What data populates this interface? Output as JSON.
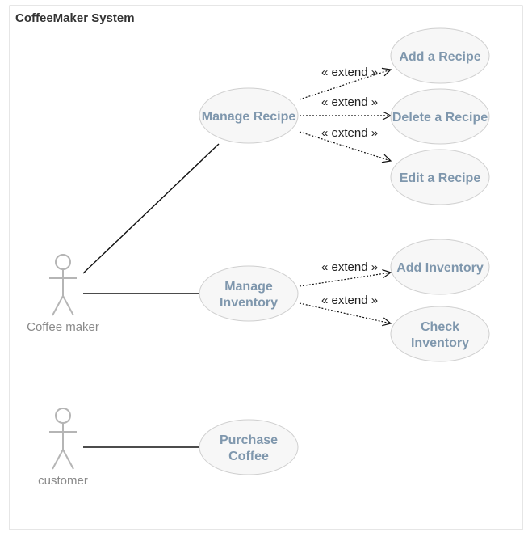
{
  "system": {
    "title": "CoffeeMaker System"
  },
  "actors": {
    "coffee_maker": "Coffee maker",
    "customer": "customer"
  },
  "use_cases": {
    "manage_recipe": [
      "Manage Recipe"
    ],
    "manage_inventory": [
      "Manage",
      "Inventory"
    ],
    "purchase_coffee": [
      "Purchase",
      "Coffee"
    ],
    "add_recipe": [
      "Add a Recipe"
    ],
    "delete_recipe": [
      "Delete a Recipe"
    ],
    "edit_recipe": [
      "Edit a Recipe"
    ],
    "add_inventory": [
      "Add Inventory"
    ],
    "check_inventory": [
      "Check",
      "Inventory"
    ]
  },
  "relations": {
    "extend_label": "« extend »"
  },
  "colors": {
    "usecase_fill": "#f7f7f7",
    "usecase_stroke": "#cfcfcf",
    "usecase_text": "#7f97ad",
    "actor_stroke": "#b5b5b5",
    "line": "#111111",
    "boundary": "#cccccc"
  }
}
